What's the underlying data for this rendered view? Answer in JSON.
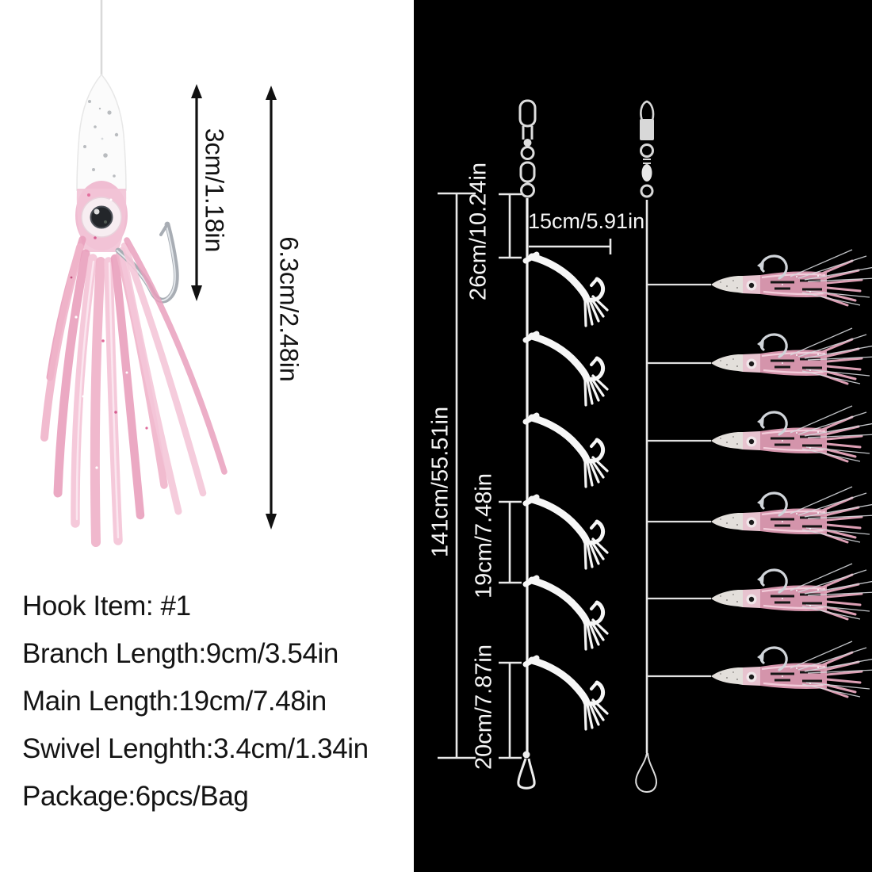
{
  "left_panel": {
    "dimensions": {
      "head_length": "3cm/1.18in",
      "total_length": "6.3cm/2.48in"
    },
    "specs": {
      "hook_item": "Hook Item: #1",
      "branch_length": "Branch Length:9cm/3.54in",
      "main_length": "Main Length:19cm/7.48in",
      "swivel_length": "Swivel Lenghth:3.4cm/1.34in",
      "package": "Package:6pcs/Bag"
    }
  },
  "right_panel": {
    "measurements": {
      "top_drop": "26cm/10.24in",
      "branch_length": "15cm/5.91in",
      "total_length": "141cm/55.51in",
      "hook_spacing": "19cm/7.48in",
      "bottom_drop": "20cm/7.87in"
    },
    "hook_count": 6,
    "lure_count": 6
  },
  "colors": {
    "panel_left_bg": "#ffffff",
    "panel_right_bg": "#000000",
    "text_dark": "#121212",
    "text_light": "#f5f5f5",
    "lure_pink": "#eeb0c8",
    "lure_pink_deep": "#d494ab",
    "hook_silver": "#a8adb4",
    "line_white": "#f2f2f2"
  }
}
